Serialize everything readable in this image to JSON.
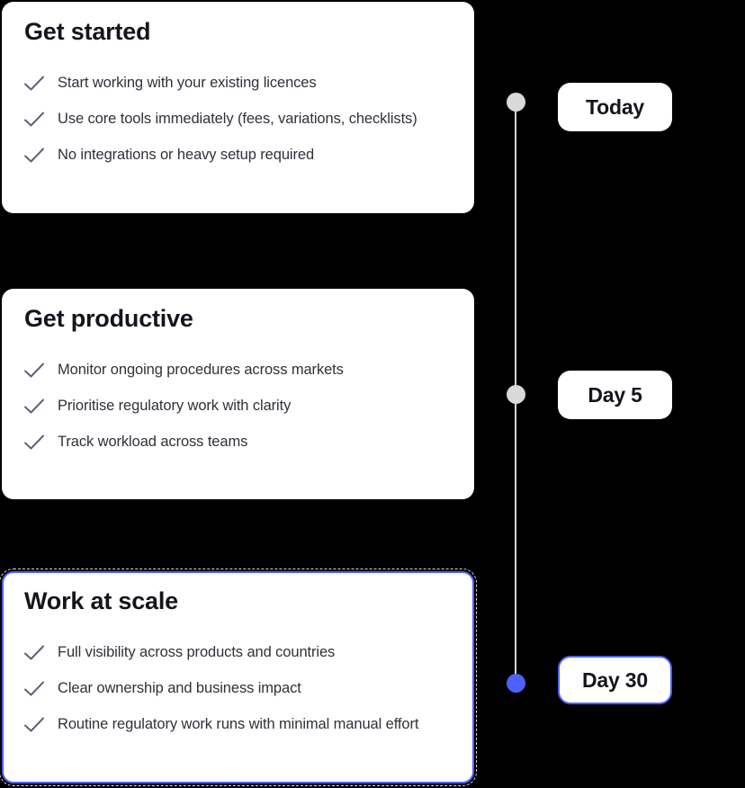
{
  "colors": {
    "bg": "#000000",
    "card-bg": "#ffffff",
    "ink": "#15151d",
    "body-ink": "#30313a",
    "accent": "#4d61fc",
    "check": "#5a6378",
    "line": "#d5d5d5",
    "dot": "#d9d9d9"
  },
  "cards": [
    {
      "title": "Get started",
      "highlighted": false,
      "items": [
        "Start working with your existing licences",
        "Use core tools immediately (fees, variations, checklists)",
        "No integrations or heavy setup required"
      ]
    },
    {
      "title": "Get productive",
      "highlighted": false,
      "items": [
        "Monitor ongoing procedures across markets",
        "Prioritise regulatory work with clarity",
        "Track workload across teams"
      ]
    },
    {
      "title": "Work at scale",
      "highlighted": true,
      "items": [
        "Full visibility across products and countries",
        "Clear ownership and business impact",
        "Routine regulatory work runs with minimal manual effort"
      ]
    }
  ],
  "timeline": {
    "milestones": [
      {
        "label": "Today",
        "active": false
      },
      {
        "label": "Day 5",
        "active": false
      },
      {
        "label": "Day 30",
        "active": true
      }
    ]
  }
}
